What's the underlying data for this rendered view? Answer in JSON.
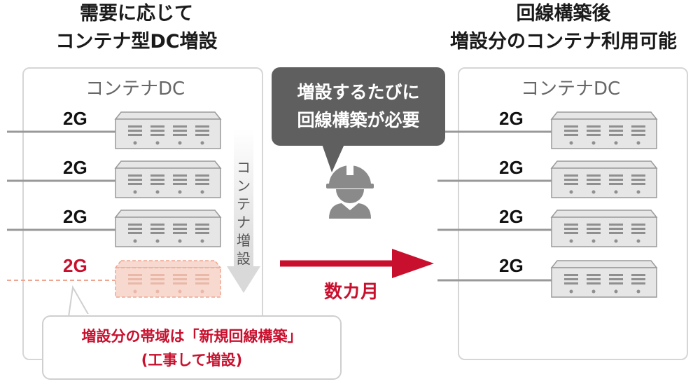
{
  "left": {
    "title_lines": [
      "需要に応じて",
      "コンテナ型DC増設"
    ],
    "dc_label": "コンテナDC",
    "line_labels": [
      "2G",
      "2G",
      "2G",
      "2G"
    ],
    "growth_text": "コンテナ増設",
    "callout_lines": [
      "増設分の帯域は「新規回線構築」",
      "(工事して増設)"
    ]
  },
  "middle": {
    "speech_lines": [
      "増設するたびに",
      "回線構築が必要"
    ],
    "duration": "数カ月"
  },
  "right": {
    "title_lines": [
      "回線構築後",
      "増設分のコンテナ利用可能"
    ],
    "dc_label": "コンテナDC",
    "line_labels": [
      "2G",
      "2G",
      "2G",
      "2G"
    ]
  },
  "colors": {
    "accent_red": "#c8102e",
    "speech_gray": "#5f5f5f",
    "server_fill": "#e6e6e6",
    "server_new_fill": "#f7d9cf"
  },
  "icons": [
    "worker-hardhat-icon"
  ]
}
